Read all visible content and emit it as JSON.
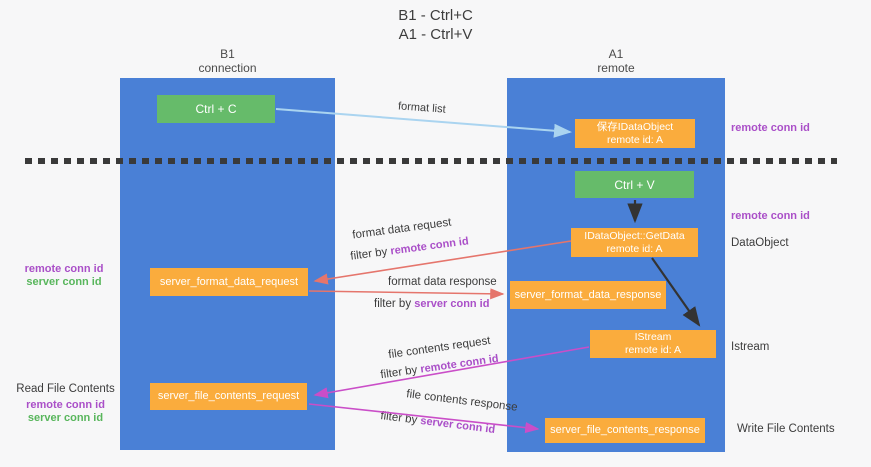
{
  "title": {
    "line1": "B1 - Ctrl+C",
    "line2": "A1 - Ctrl+V"
  },
  "columns": {
    "left": {
      "title": "B1",
      "subtitle": "connection"
    },
    "right": {
      "title": "A1",
      "subtitle": "remote"
    }
  },
  "nodes": {
    "ctrl_c": {
      "label": "Ctrl + C"
    },
    "ctrl_v": {
      "label": "Ctrl + V"
    },
    "save_dataobject": {
      "line1": "保存IDataObject",
      "line2": "remote id: A"
    },
    "getdata": {
      "line1": "IDataObject::GetData",
      "line2": "remote id: A"
    },
    "istream": {
      "line1": "IStream",
      "line2": "remote id: A"
    },
    "server_format_data_request": {
      "label": "server_format_data_request"
    },
    "server_format_data_response": {
      "label": "server_format_data_response"
    },
    "server_file_contents_request": {
      "label": "server_file_contents_request"
    },
    "server_file_contents_response": {
      "label": "server_file_contents_response"
    }
  },
  "terms": {
    "remote_conn_id": "remote conn id",
    "server_conn_id": "server conn id",
    "filter_by": "filter by "
  },
  "flow_labels": {
    "format_list": "format list",
    "format_data_request": "format data request",
    "format_data_response": "format data response",
    "file_contents_request": "file contents request",
    "file_contents_response": "file contents response"
  },
  "side_labels": {
    "dataobject": "DataObject",
    "istream": "Istream",
    "read_file_contents": "Read File Contents",
    "write_file_contents": "Write File Contents"
  },
  "colors": {
    "lane_blue": "#4a80d6",
    "box_green": "#66bb6a",
    "box_orange": "#faac3d",
    "label_purple": "#aa4fc8",
    "label_green": "#58b65c",
    "arrow_salmon": "#e5756c",
    "arrow_magenta": "#ca4ec8",
    "arrow_lightblue": "#aad4f0",
    "arrow_black": "#333333",
    "dashed_line": "#3a3a3a"
  }
}
